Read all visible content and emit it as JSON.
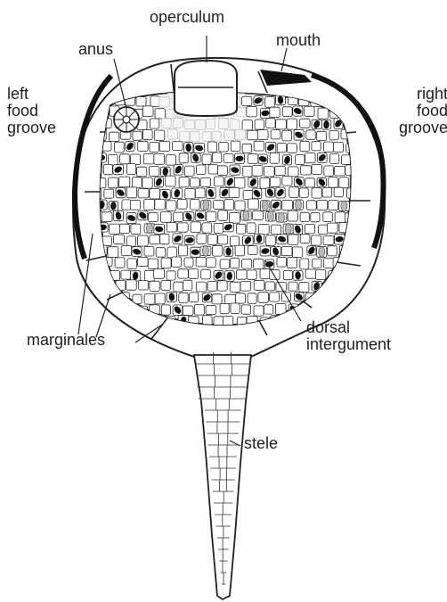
{
  "labels": {
    "operculum": "operculum",
    "mouth": "mouth",
    "anus": "anus",
    "left_food_groove": [
      "left",
      "food",
      "groove"
    ],
    "right_food_groove": [
      "right",
      "food",
      "groove"
    ],
    "marginales": "marginales",
    "dorsal_integument": [
      "dorsal",
      "intergument"
    ],
    "stele": "stele"
  },
  "colors": {
    "line": "#222222",
    "plate_fill": "#ffffff",
    "dot": "#111111",
    "grey_plate": "#b9b9b9",
    "light_plate": "#f4f4f4"
  }
}
